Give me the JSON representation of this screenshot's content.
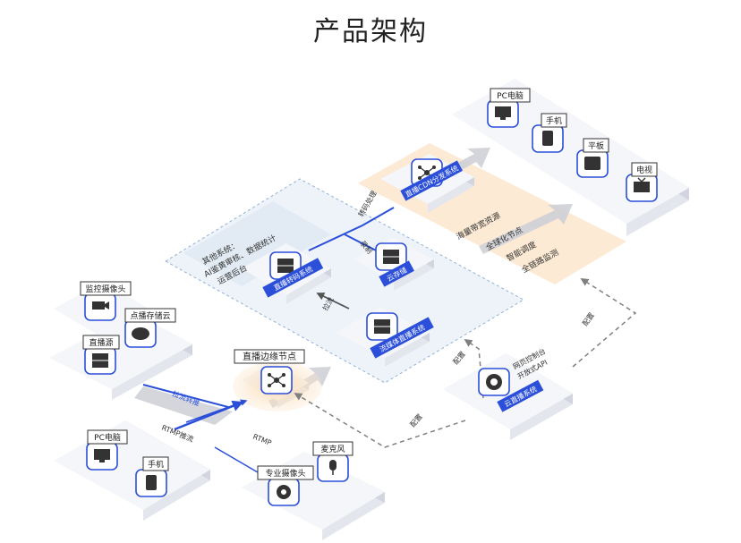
{
  "title": "产品架构",
  "colors": {
    "accent": "#2b4fd8",
    "platform_top": "#f3f4f8",
    "platform_side": "#dcdee8",
    "arrow_grey": "#c8cad2",
    "cdn_zone": "#fbe6cc",
    "dashed": "#808080",
    "icon_bg": "#ffffff"
  },
  "top_devices": {
    "pc": "PC电脑",
    "phone": "手机",
    "tablet": "平板",
    "tv": "电视"
  },
  "cdn": {
    "box_label": "直播CDN分发系统",
    "features": [
      "海量带宽资源",
      "全球化节点",
      "智能调度",
      "全链路监测"
    ]
  },
  "processing": {
    "zone_text": [
      "其他系统：",
      "AI鉴黄审核、数据统计",
      "运营后台"
    ],
    "transcode": "直播转码系统",
    "storage": "云存储",
    "source": "流媒体直播系统",
    "edge": "直播边缘节点"
  },
  "sources": {
    "monitor_camera": "监控摄像头",
    "vod_cloud": "点播存储云",
    "live_source": "直播源",
    "pc": "PC电脑",
    "phone": "手机",
    "mic": "麦克风",
    "pro_camera": "专业摄像头"
  },
  "cloud": {
    "label": "云直播系统",
    "extra": [
      "网页控制台",
      "开放式API"
    ]
  },
  "flow_labels": {
    "pull_forward": "拉流转推",
    "rtmp_push": "RTMP推流",
    "rtmp": "RTMP",
    "transcode_process": "转码处理",
    "record": "录制",
    "pull": "拉流",
    "config1": "配置",
    "config2": "配置",
    "config3": "配置"
  }
}
